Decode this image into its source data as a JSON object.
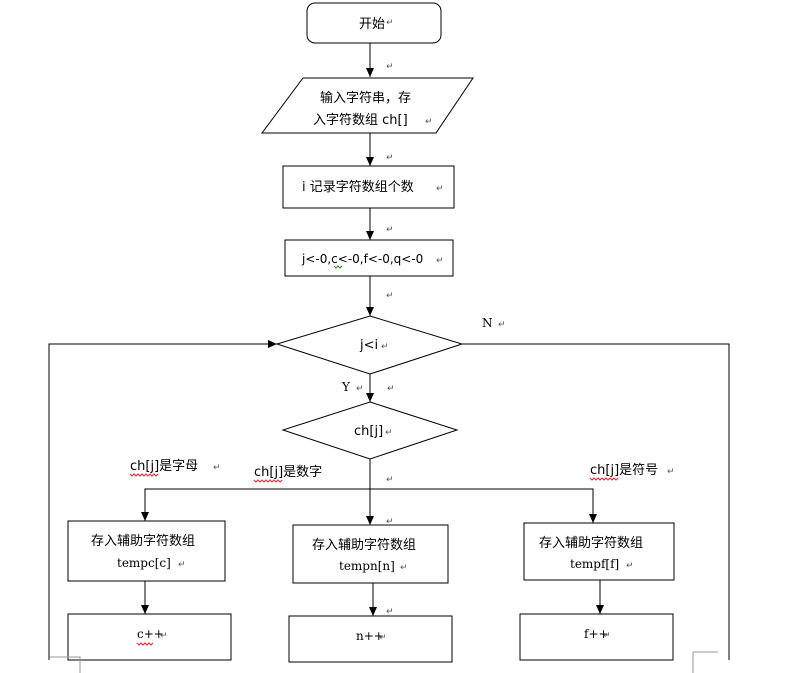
{
  "nodes": {
    "start": "开始",
    "input_line1": "输入字符串，存",
    "input_line2": "入字符数组 ch[]",
    "count": "i 记录字符数组个数",
    "init": "j<-0,c<-0,f<-0,q<-0",
    "loop_cond": "j<i",
    "switch": "ch[j]",
    "store_letter_line1": "存入辅助字符数组",
    "store_letter_line2": "tempc[c]",
    "store_digit_line1": "存入辅助字符数组",
    "store_digit_line2": "tempn[n]",
    "store_symbol_line1": "存入辅助字符数组",
    "store_symbol_line2": "tempf[f]",
    "inc_c": "c++",
    "inc_n": "n++",
    "inc_f": "f++"
  },
  "labels": {
    "no": "N",
    "yes": "Y",
    "is_letter": "ch[j]是字母",
    "is_digit": "ch[j]是数字",
    "is_symbol": "ch[j]是符号"
  },
  "paragraph_mark": "↵"
}
